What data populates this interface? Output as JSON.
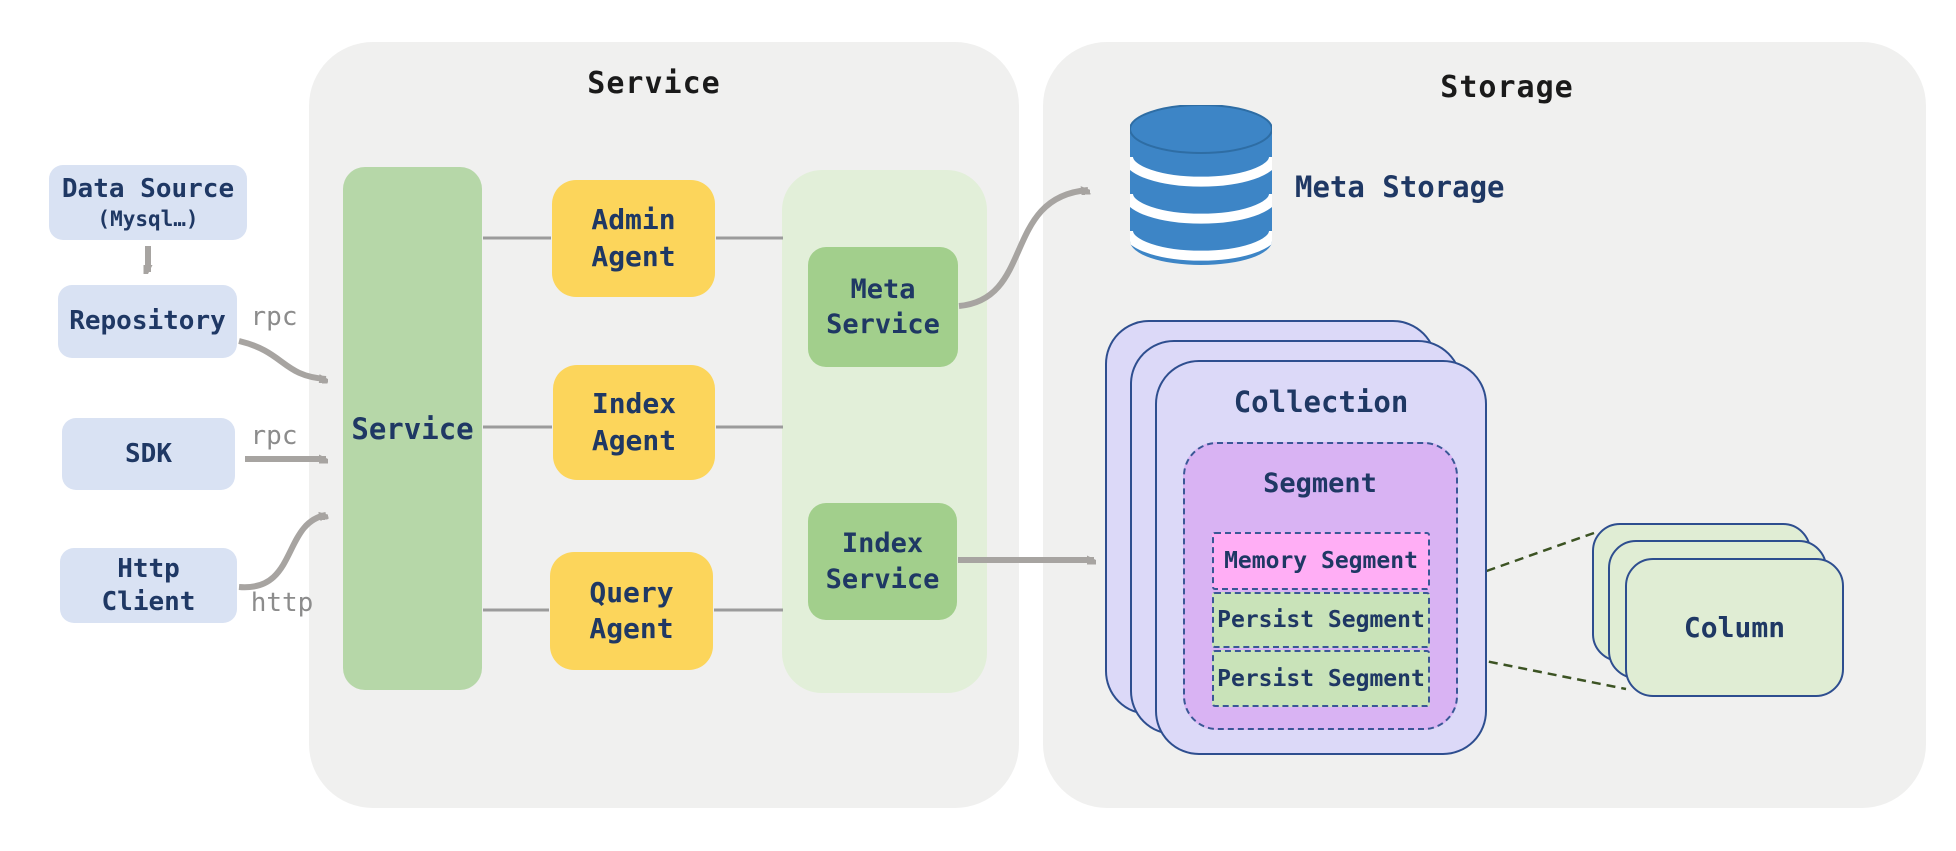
{
  "clients": {
    "data_source": {
      "line1": "Data Source",
      "line2": "(Mysql…)"
    },
    "repository": {
      "label": "Repository"
    },
    "sdk": {
      "label": "SDK"
    },
    "http_client": {
      "line1": "Http",
      "line2": "Client"
    }
  },
  "edge_labels": {
    "rpc_repository": "rpc",
    "rpc_sdk": "rpc",
    "http": "http"
  },
  "service_group": {
    "title": "Service",
    "service_node": "Service",
    "agents": [
      {
        "line1": "Admin",
        "line2": "Agent"
      },
      {
        "line1": "Index",
        "line2": "Agent"
      },
      {
        "line1": "Query",
        "line2": "Agent"
      }
    ],
    "meta_service": {
      "line1": "Meta",
      "line2": "Service"
    },
    "index_service": {
      "line1": "Index",
      "line2": "Service"
    }
  },
  "storage_group": {
    "title": "Storage",
    "meta_storage_label": "Meta Storage",
    "database_icon": "database-cylinder-icon",
    "collection": {
      "title": "Collection",
      "segment": {
        "title": "Segment",
        "memory_segment": "Memory Segment",
        "persist_segment_1": "Persist Segment",
        "persist_segment_2": "Persist Segment"
      }
    },
    "column_card": "Column"
  },
  "colors": {
    "panel_gray": "#f0f0ef",
    "client_blue": "#d9e2f3",
    "service_green": "#b6d7a8",
    "agent_yellow": "#fcd55b",
    "inner_panel_green": "#e2efd9",
    "service_box_green": "#a2cf8c",
    "collection_lavender": "#dcd9f8",
    "segment_purple": "#d9b3f3",
    "memory_pink": "#ffaef5",
    "persist_green": "#c9e3b9",
    "column_green": "#e0edd4",
    "cylinder_blue": "#3d85c6",
    "border_navy": "#2e4e8f",
    "text_navy": "#1f3864",
    "arrow_gray": "#a7a4a1",
    "label_gray": "#8c8c8c",
    "dashed_line_green": "#3c5323"
  }
}
